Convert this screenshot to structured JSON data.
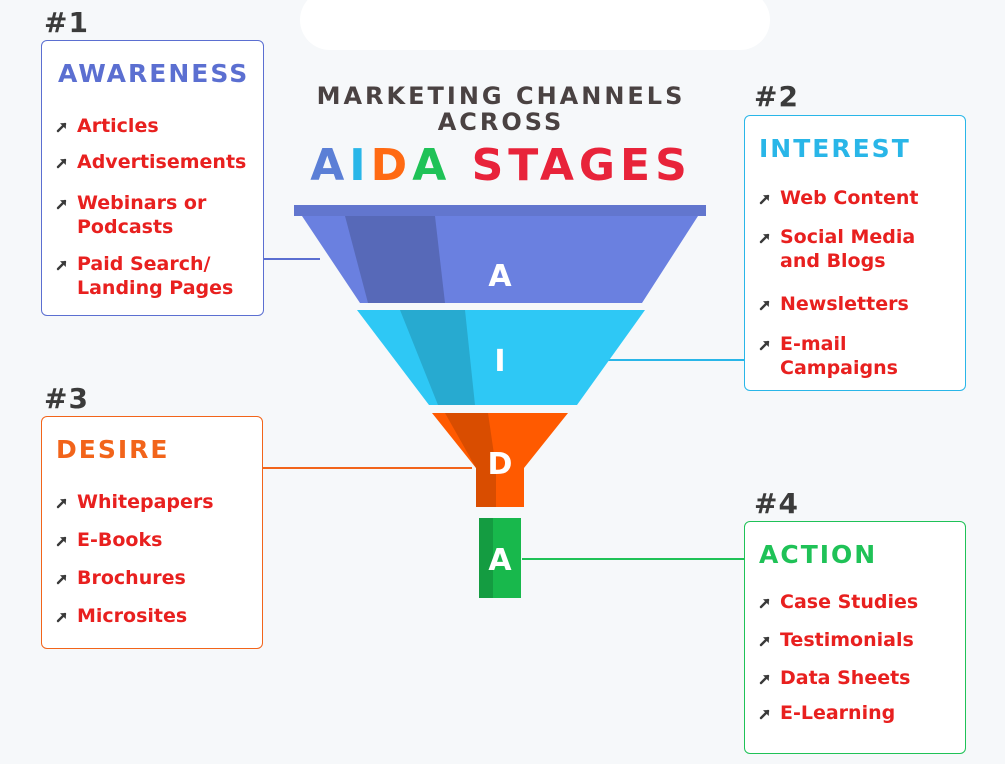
{
  "title": {
    "line1": "MARKETING CHANNELS",
    "line2": "ACROSS",
    "letters": [
      {
        "text": "A",
        "color": "#5b7fd6"
      },
      {
        "text": "I",
        "color": "#29b6e8"
      },
      {
        "text": "D",
        "color": "#ff6a13"
      },
      {
        "text": "A",
        "color": "#1fc257"
      },
      {
        "text": " ",
        "color": "#ffffff"
      },
      {
        "text": "STAGES",
        "color": "#e8233a"
      }
    ]
  },
  "stages": [
    {
      "number": "#1",
      "title": "AWARENESS",
      "color": "#5b6fd1",
      "items": [
        "Articles",
        "Advertisements",
        "Webinars or\nPodcasts",
        "Paid Search/\nLanding Pages"
      ]
    },
    {
      "number": "#2",
      "title": "INTEREST",
      "color": "#29b6e8",
      "items": [
        "Web Content",
        "Social Media\nand Blogs",
        "Newsletters",
        "E-mail\nCampaigns"
      ]
    },
    {
      "number": "#3",
      "title": "DESIRE",
      "color": "#f2641a",
      "items": [
        "Whitepapers",
        "E-Books",
        "Brochures",
        "Microsites"
      ]
    },
    {
      "number": "#4",
      "title": "ACTION",
      "color": "#1fc257",
      "items": [
        "Case Studies",
        "Testimonials",
        "Data Sheets",
        "E-Learning"
      ]
    }
  ],
  "funnel": {
    "letters": [
      "A",
      "I",
      "D",
      "A"
    ],
    "colors": [
      "#6a80e0",
      "#2ec8f5",
      "#ff5a00",
      "#18b84c"
    ]
  },
  "colors": {
    "item_text": "#e8201f",
    "arrow": "#3a3a3a",
    "number": "#3b3b3b"
  }
}
